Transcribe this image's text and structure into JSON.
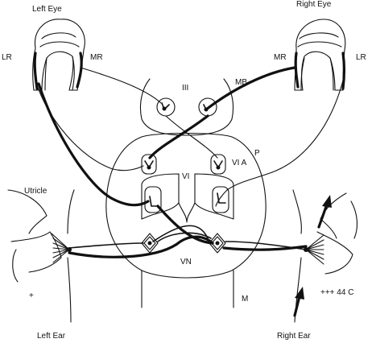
{
  "labels": {
    "left_eye": "Left Eye",
    "right_eye": "Right Eye",
    "lr_left": "LR",
    "mr_left": "MR",
    "mr_right": "MR",
    "lr_right": "LR",
    "mb": "MB",
    "iii": "III",
    "p": "P",
    "vi_a": "VI A",
    "vi": "VI",
    "utricle": "Utricle",
    "vn": "VN",
    "m": "M",
    "plus": "+",
    "plus_plus_plus": "+++ 44 C",
    "left_ear": "Left Ear",
    "right_ear": "Right Ear"
  },
  "colors": {
    "ink": "#111111",
    "background": "#ffffff"
  }
}
